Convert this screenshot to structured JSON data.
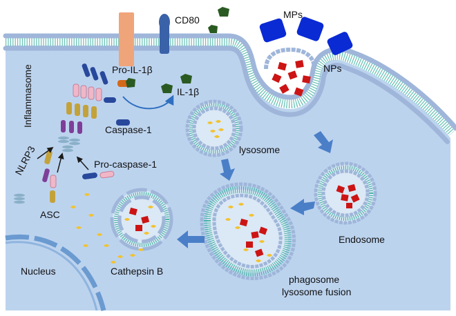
{
  "labels": {
    "cd80": "CD80",
    "mps": "MPs",
    "nps": "NPs",
    "pro_il1b": "Pro-IL-1β",
    "il1b": "IL-1β",
    "caspase1": "Caspase-1",
    "inflammasome": "Inflammasome",
    "nlrp3": "NLRP3",
    "asc": "ASC",
    "pro_caspase1": "Pro-caspase-1",
    "lysosome": "lysosome",
    "endosome": "Endosome",
    "phago_line1": "phagosome",
    "phago_line2": "lysosome fusion",
    "nucleus": "Nucleus",
    "cathepsin": "Cathepsin B"
  },
  "colors": {
    "cytoplasm": "#bcd3ee",
    "membrane_head": "#9fb6da",
    "membrane_tail": "#3fb0a0",
    "nanoparticle": "#cc1414",
    "microparticle": "#0a2ad4",
    "il1b": "#2a5a22",
    "cathepsin": "#f2c230",
    "arrow": "#4a7fc8",
    "receptor_orange": "#f0a47a",
    "cd80": "#3a62a8"
  }
}
